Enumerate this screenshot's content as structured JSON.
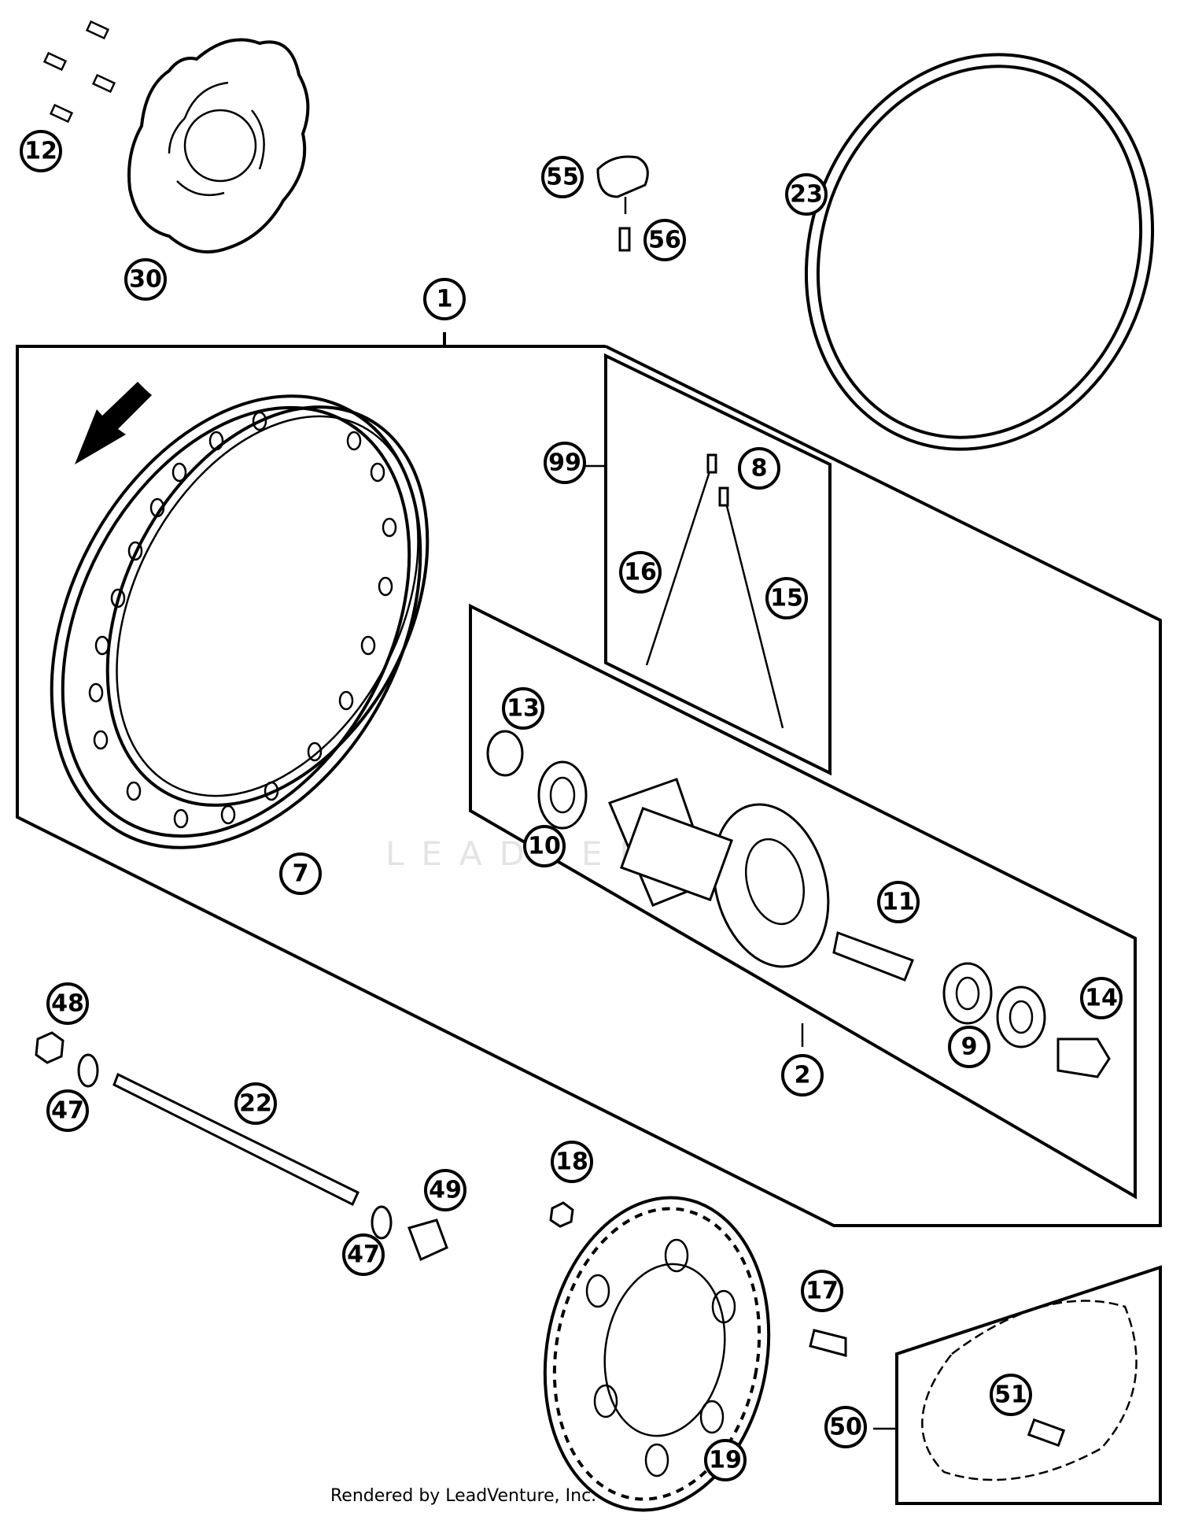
{
  "callouts": [
    "1",
    "2",
    "7",
    "8",
    "9",
    "10",
    "11",
    "12",
    "13",
    "14",
    "15",
    "16",
    "17",
    "18",
    "19",
    "22",
    "23",
    "30",
    "47",
    "47",
    "48",
    "49",
    "50",
    "51",
    "55",
    "56",
    "99"
  ],
  "watermark": "LEADVENTURE",
  "credit": "Rendered by LeadVenture, Inc."
}
